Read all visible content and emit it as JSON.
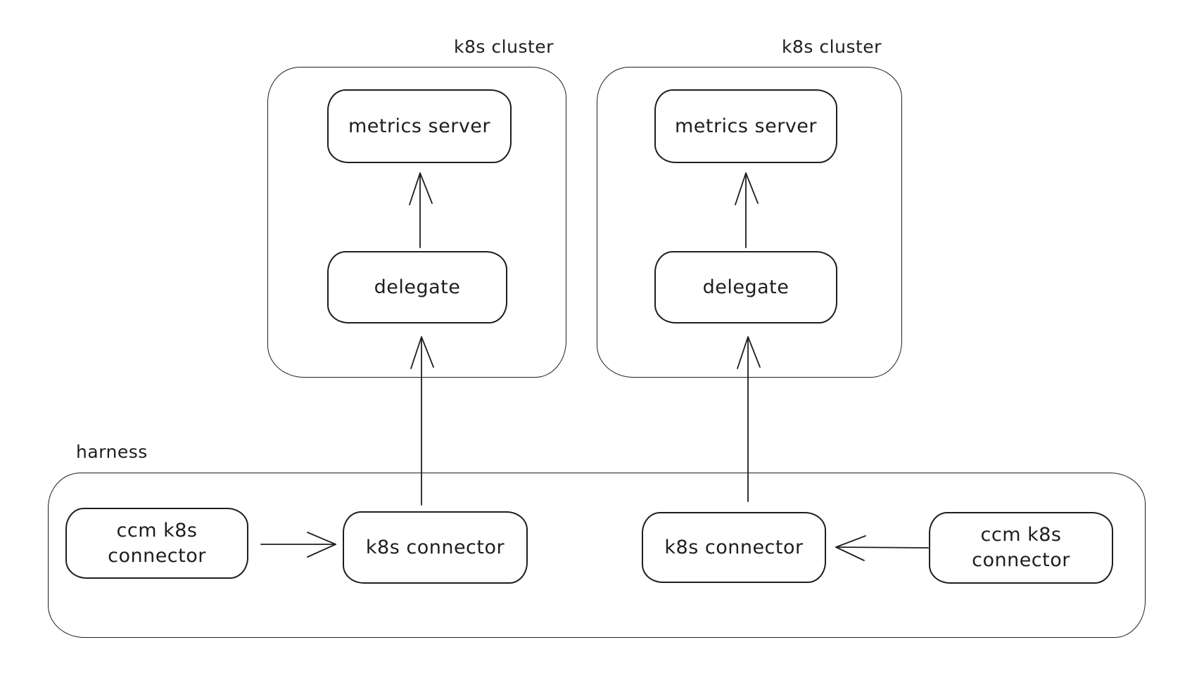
{
  "canvas": {
    "background_color": "#ffffff",
    "stroke_color": "#1e1e1e"
  },
  "clusters": [
    {
      "label": "k8s cluster",
      "metrics_server_label": "metrics server",
      "delegate_label": "delegate"
    },
    {
      "label": "k8s cluster",
      "metrics_server_label": "metrics server",
      "delegate_label": "delegate"
    }
  ],
  "harness": {
    "label": "harness",
    "nodes": [
      {
        "label": "ccm k8s connector"
      },
      {
        "label": "k8s connector"
      },
      {
        "label": "k8s connector"
      },
      {
        "label": "ccm k8s connector"
      }
    ]
  },
  "edges": [
    {
      "from": "delegate (left cluster)",
      "to": "metrics server (left cluster)",
      "direction": "up"
    },
    {
      "from": "delegate (right cluster)",
      "to": "metrics server (right cluster)",
      "direction": "up"
    },
    {
      "from": "k8s connector (harness left)",
      "to": "delegate (left cluster)",
      "direction": "up"
    },
    {
      "from": "k8s connector (harness right)",
      "to": "delegate (right cluster)",
      "direction": "up"
    },
    {
      "from": "ccm k8s connector (harness left)",
      "to": "k8s connector (harness left)",
      "direction": "right"
    },
    {
      "from": "ccm k8s connector (harness right)",
      "to": "k8s connector (harness right)",
      "direction": "left"
    }
  ]
}
